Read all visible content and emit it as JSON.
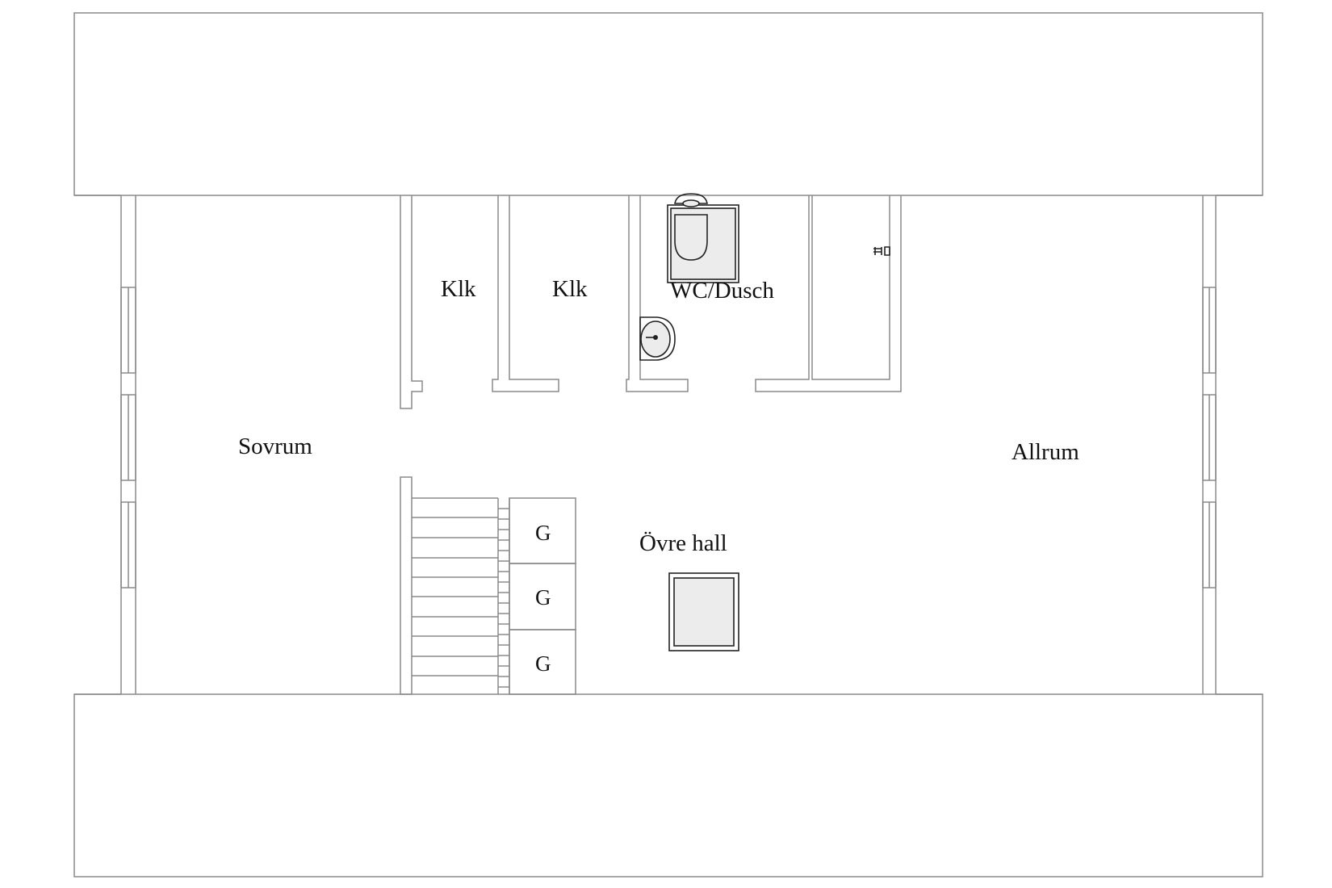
{
  "rooms": {
    "bedroom": "Sovrum",
    "closet_1": "Klk",
    "closet_2": "Klk",
    "bathroom": "WC/Dusch",
    "living_room": "Allrum",
    "upper_hall": "Övre hall"
  },
  "wardrobes": [
    "G",
    "G",
    "G"
  ]
}
